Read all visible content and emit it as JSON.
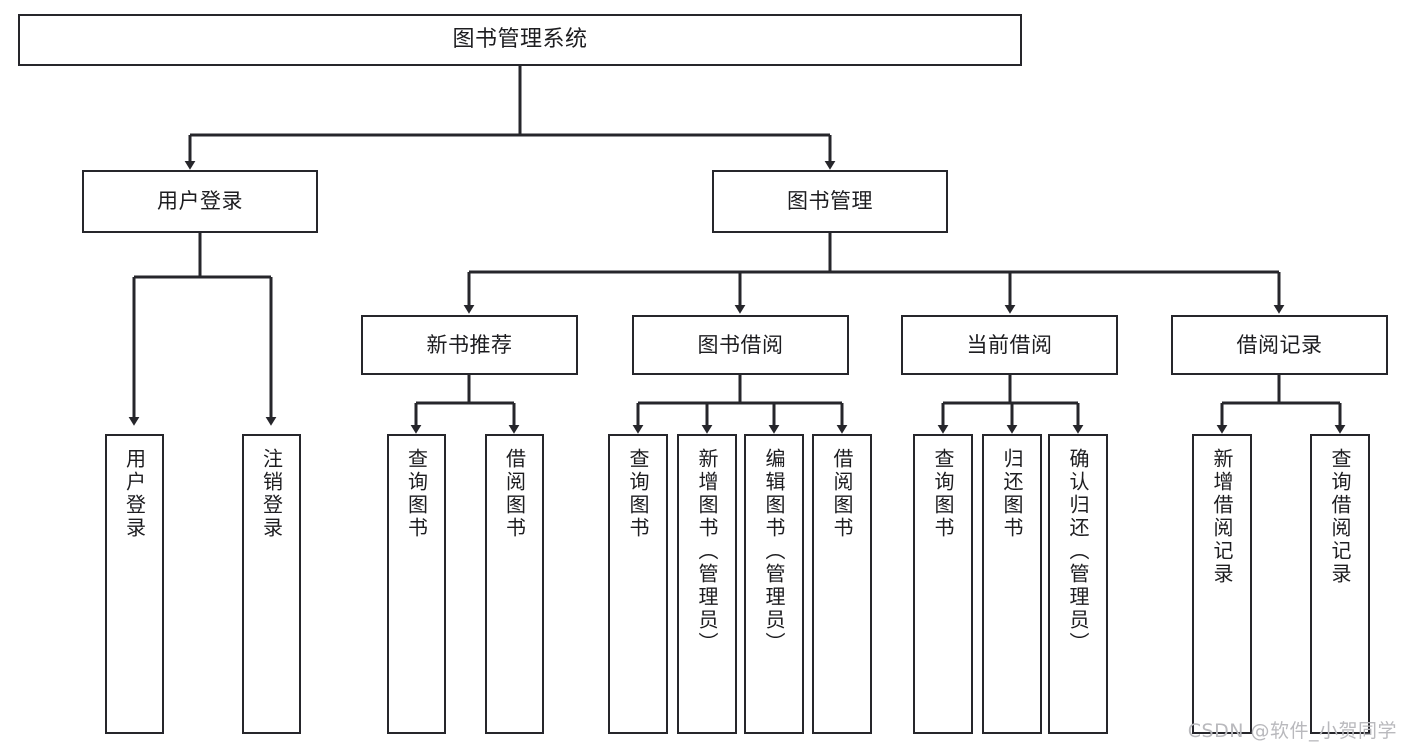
{
  "diagram": {
    "title": "图书管理系统",
    "type": "tree-hierarchy-chart",
    "colors": {
      "box_border": "#26262b",
      "box_fill": "#ffffff",
      "edge": "#26262b",
      "text": "#1d1d20",
      "watermark": "#b9b9bd",
      "background": "#ffffff"
    }
  },
  "watermark": {
    "text": "CSDN @软件_小贺同学"
  },
  "nodes": {
    "root": {
      "label": "图书管理系统"
    },
    "level2": [
      {
        "id": "user-login",
        "label": "用户登录"
      },
      {
        "id": "book-management",
        "label": "图书管理"
      }
    ],
    "level3": [
      {
        "id": "new-book-recommend",
        "label": "新书推荐"
      },
      {
        "id": "book-borrow",
        "label": "图书借阅"
      },
      {
        "id": "current-borrow",
        "label": "当前借阅"
      },
      {
        "id": "borrow-record",
        "label": "借阅记录"
      }
    ],
    "leaves": [
      {
        "id": "leaf-user-login",
        "label": "用户登录",
        "parent": "user-login"
      },
      {
        "id": "leaf-logout-login",
        "label": "注销登录",
        "parent": "user-login"
      },
      {
        "id": "leaf-query-book-1",
        "label": "查询图书",
        "parent": "new-book-recommend"
      },
      {
        "id": "leaf-borrow-book-1",
        "label": "借阅图书",
        "parent": "new-book-recommend"
      },
      {
        "id": "leaf-query-book-2",
        "label": "查询图书",
        "parent": "book-borrow"
      },
      {
        "id": "leaf-add-book",
        "label": "新增图书（管理员）",
        "parent": "book-borrow"
      },
      {
        "id": "leaf-edit-book",
        "label": "编辑图书（管理员）",
        "parent": "book-borrow"
      },
      {
        "id": "leaf-borrow-book-2",
        "label": "借阅图书",
        "parent": "book-borrow"
      },
      {
        "id": "leaf-query-book-3",
        "label": "查询图书",
        "parent": "current-borrow"
      },
      {
        "id": "leaf-return-book",
        "label": "归还图书",
        "parent": "current-borrow"
      },
      {
        "id": "leaf-confirm-return",
        "label": "确认归还（管理员）",
        "parent": "current-borrow"
      },
      {
        "id": "leaf-add-record",
        "label": "新增借阅记录",
        "parent": "borrow-record"
      },
      {
        "id": "leaf-query-record",
        "label": "查询借阅记录",
        "parent": "borrow-record"
      }
    ]
  }
}
